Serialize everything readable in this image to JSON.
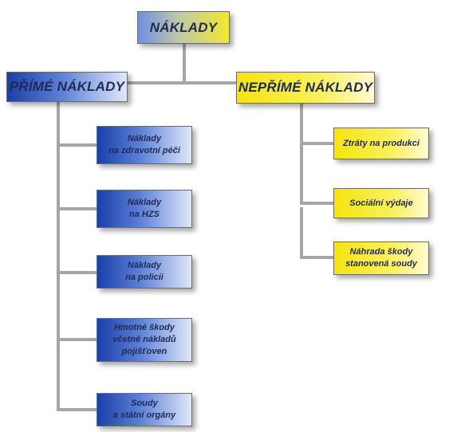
{
  "root": {
    "label": "NÁKLADY"
  },
  "direct": {
    "label": "PŘÍMÉ NÁKLADY",
    "items": [
      {
        "label": "Náklady\nna zdravotní péči"
      },
      {
        "label": "Náklady\nna HZS"
      },
      {
        "label": "Náklady\nna policii"
      },
      {
        "label": "Hmotné škody\nvčetně nákladů\npojišťoven"
      },
      {
        "label": "Soudy\na státní orgány"
      }
    ]
  },
  "indirect": {
    "label": "NEPŘÍMÉ NÁKLADY",
    "items": [
      {
        "label": "Ztráty na produkci"
      },
      {
        "label": "Sociální výdaje"
      },
      {
        "label": "Náhrada škody\nstanovená soudy"
      }
    ]
  },
  "colors": {
    "direct_fill": "#1a3faa",
    "indirect_fill": "#f5e40f",
    "connector": "#a6a6a6",
    "text": "#1f2a55"
  }
}
